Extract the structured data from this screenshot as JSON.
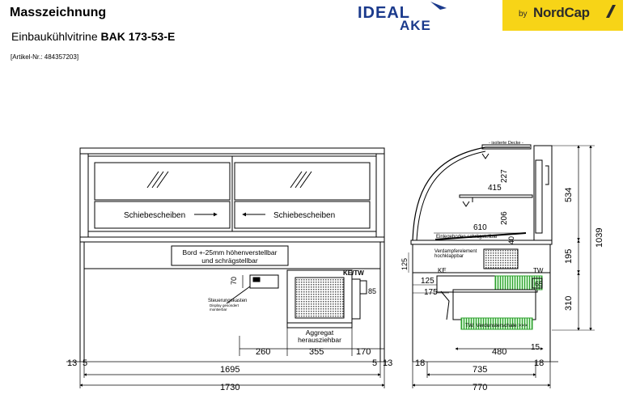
{
  "header": {
    "title": "Masszeichnung",
    "subtitle_prefix": "Einbaukühlvitrine ",
    "subtitle_model": "BAK 173-53-E",
    "article": "[Artikel-Nr.: 484357203]"
  },
  "logos": {
    "ideal_top": "IDEAL",
    "ideal_bottom": "AKE",
    "nordcap_by": "by",
    "nordcap_name": "NordCap",
    "nordcap_color": "#f7d417",
    "ideal_color": "#1b3a8c"
  },
  "front_view": {
    "glass_left_label": "Schiebescheiben",
    "glass_right_label": "Schiebescheiben",
    "shelf_note_line1": "Bord +-25mm höhenverstellbar",
    "shelf_note_line2": "und schrägstellbar",
    "control_box_label": "Steuerungskasten",
    "control_box_note1": "Display gesondert",
    "control_box_note2": "montierbar",
    "unit_label_line1": "Aggregat",
    "unit_label_line2": "herausziehbar",
    "ke_tw": "KE/TW",
    "dim_70": "70",
    "dim_85": "85",
    "dim_260": "260",
    "dim_355": "355",
    "dim_170": "170",
    "dim_13_left": "13",
    "dim_5_left": "5",
    "dim_5_right": "5",
    "dim_13_right": "13",
    "dim_1695": "1695",
    "dim_1730": "1730"
  },
  "side_view": {
    "cover_label": "- isolierte Decke -",
    "shelf_label": "Einlegeboden schrägstellbar",
    "evaporator_label_line1": "Verdampferelement",
    "evaporator_label_line2": "hochklappbar",
    "drain_label": "TW, Verdunsterschale >>>",
    "ke": "KE",
    "tw": "TW",
    "dim_227": "227",
    "dim_415": "415",
    "dim_206": "206",
    "dim_610": "610",
    "dim_40": "40",
    "dim_125_v": "125",
    "dim_125_h": "125",
    "dim_175": "175",
    "dim_65": "65",
    "dim_480": "480",
    "dim_15": "15",
    "dim_18_left": "18",
    "dim_735": "735",
    "dim_18_right": "18",
    "dim_770": "770",
    "dim_534": "534",
    "dim_195": "195",
    "dim_310": "310",
    "dim_1039": "1039"
  }
}
